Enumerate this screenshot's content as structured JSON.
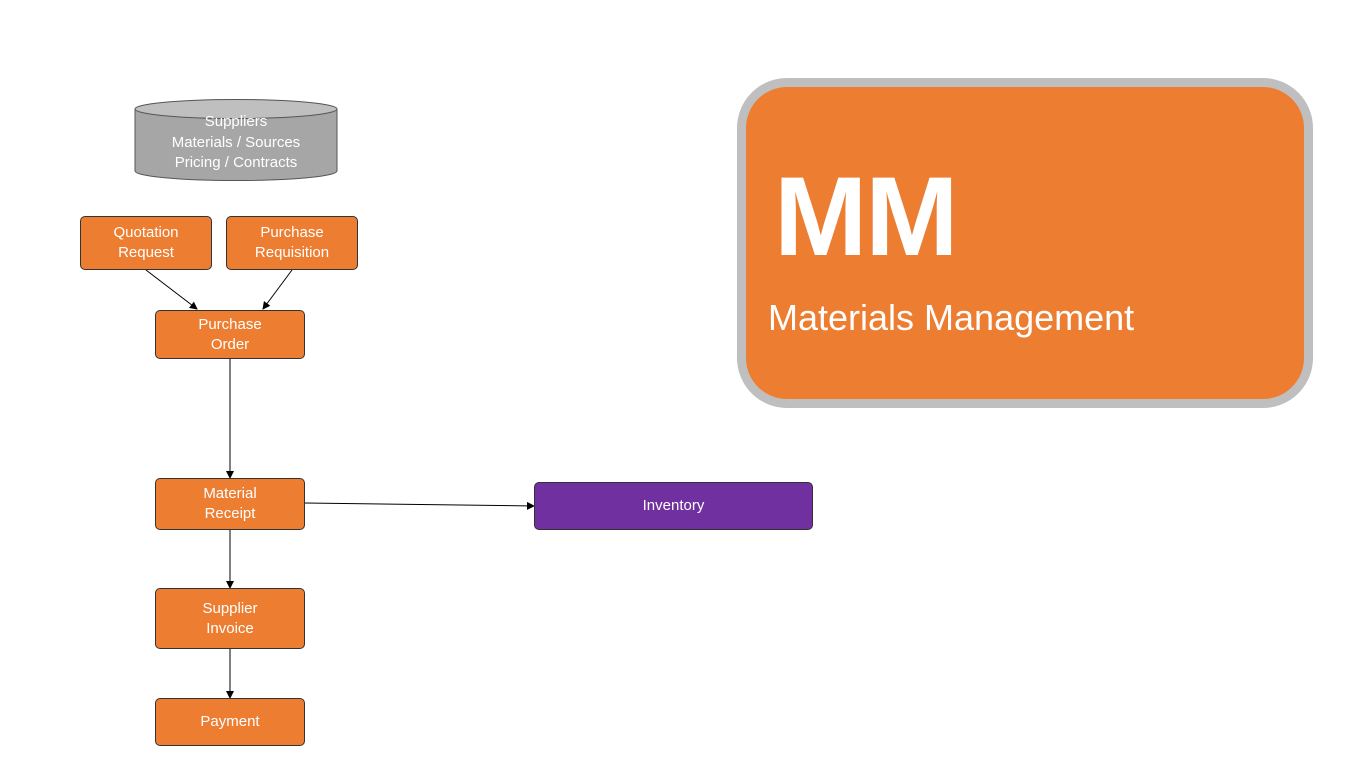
{
  "colors": {
    "process": "#ed7d31",
    "inventory": "#7030a0",
    "database": "#a6a6a6",
    "panel_border": "#bfbfbf",
    "text": "#ffffff"
  },
  "database": {
    "lines": [
      "Suppliers",
      "Materials / Sources",
      "Pricing / Contracts"
    ]
  },
  "nodes": {
    "quotation_request": [
      "Quotation",
      "Request"
    ],
    "purchase_requisition": [
      "Purchase",
      "Requisition"
    ],
    "purchase_order": [
      "Purchase",
      "Order"
    ],
    "material_receipt": [
      "Material",
      "Receipt"
    ],
    "supplier_invoice": [
      "Supplier",
      "Invoice"
    ],
    "payment": [
      "Payment"
    ],
    "inventory": [
      "Inventory"
    ]
  },
  "edges": [
    {
      "from": "quotation_request",
      "to": "purchase_order"
    },
    {
      "from": "purchase_requisition",
      "to": "purchase_order"
    },
    {
      "from": "purchase_order",
      "to": "material_receipt"
    },
    {
      "from": "material_receipt",
      "to": "inventory"
    },
    {
      "from": "material_receipt",
      "to": "supplier_invoice"
    },
    {
      "from": "supplier_invoice",
      "to": "payment"
    }
  ],
  "panel": {
    "title": "MM",
    "subtitle": "Materials Management"
  }
}
